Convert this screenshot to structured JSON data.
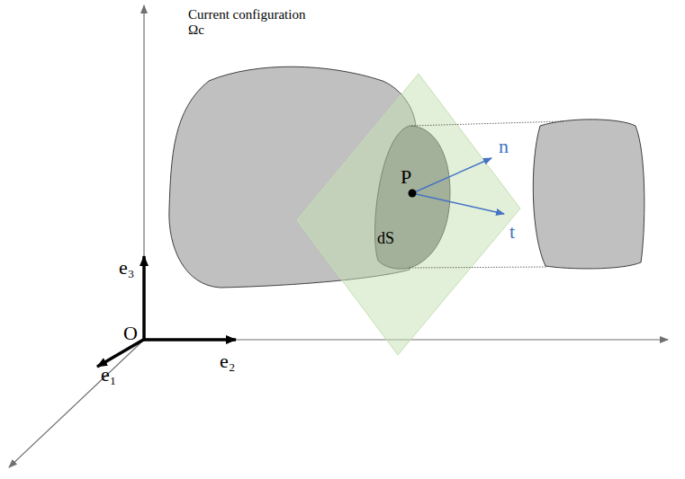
{
  "diagram": {
    "labels": [
      "Current configuration Ωc",
      "P",
      "n",
      "t",
      "dS",
      "e₃",
      "O",
      "e₂",
      "e₁"
    ]
  }
}
